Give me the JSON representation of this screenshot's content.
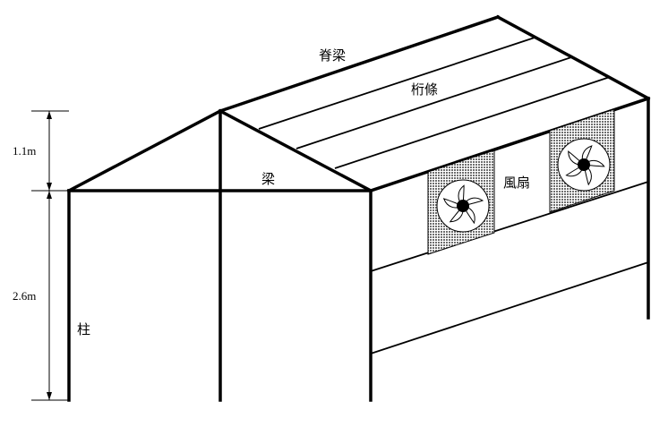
{
  "labels": {
    "ridge_beam": "脊梁",
    "purlin": "桁條",
    "beam": "梁",
    "fan": "風扇",
    "column": "柱",
    "dim_roof": "1.1m",
    "dim_wall": "2.6m"
  },
  "colors": {
    "line": "#000000",
    "background": "#ffffff",
    "fan_panel": "#9a9a9a",
    "fan_hub": "#000000"
  },
  "icons": {
    "fan": "fan-icon"
  }
}
